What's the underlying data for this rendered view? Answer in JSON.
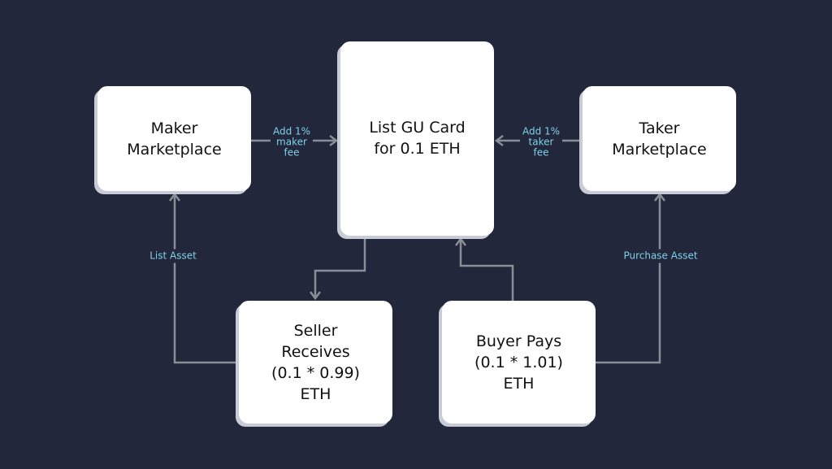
{
  "nodes": {
    "maker": {
      "lines": [
        "Maker",
        "Marketplace"
      ]
    },
    "listing": {
      "lines": [
        "List GU Card",
        "for 0.1 ETH"
      ]
    },
    "taker": {
      "lines": [
        "Taker",
        "Marketplace"
      ]
    },
    "seller": {
      "lines": [
        "Seller",
        "Receives",
        "(0.1 * 0.99)",
        "ETH"
      ]
    },
    "buyer": {
      "lines": [
        "Buyer Pays",
        "(0.1 * 1.01)",
        "ETH"
      ]
    }
  },
  "edges": {
    "maker_fee": {
      "lines": [
        "Add 1%",
        "maker",
        "fee"
      ]
    },
    "taker_fee": {
      "lines": [
        "Add 1%",
        "taker",
        "fee"
      ]
    },
    "list_asset": {
      "lines": [
        "List Asset"
      ]
    },
    "purchase_asset": {
      "lines": [
        "Purchase Asset"
      ]
    }
  },
  "colors": {
    "background": "#22273b",
    "card": "#ffffff",
    "card_shadow": "#c9ccd6",
    "connector": "#8a8e97",
    "edge_label": "#7fd0e9"
  }
}
